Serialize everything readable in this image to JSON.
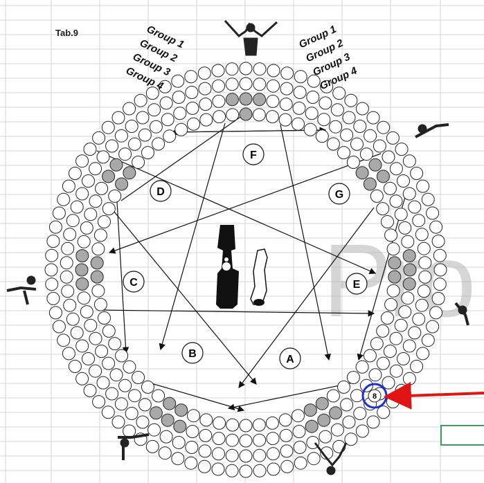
{
  "title": "Tab.9",
  "watermark": "Pro",
  "group_labels_left": [
    "Group 1",
    "Group 2",
    "Group 3",
    "Group 4"
  ],
  "group_labels_right": [
    "Group 1",
    "Group 2",
    "Group 3",
    "Group 4"
  ],
  "zones": [
    "A",
    "B",
    "C",
    "D",
    "E",
    "F",
    "G"
  ],
  "zone_label_A": "A",
  "zone_label_B": "B",
  "zone_label_C": "C",
  "zone_label_D": "D",
  "zone_label_E": "E",
  "zone_label_F": "F",
  "zone_label_G": "G",
  "highlight_seat": "8",
  "colors": {
    "highlight_circle": "#1a2fd6",
    "arrow": "#e01414",
    "shaded_seat": "#a9a9a9",
    "grid_line": "#d4d4d4",
    "cell_border": "#3b9b60"
  }
}
